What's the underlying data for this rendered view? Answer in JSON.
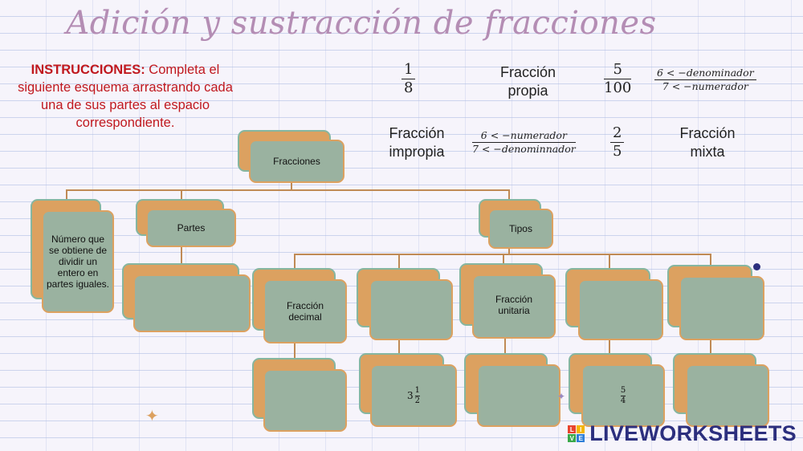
{
  "title": "Adición y sustracción de fracciones",
  "instructions": {
    "bold": "INSTRUCCIONES:",
    "text": " Completa el siguiente esquema arrastrando cada una de sus partes al espacio correspondiente."
  },
  "options": {
    "frac_1_8": {
      "num": "1",
      "den": "8"
    },
    "fraccion_propia": [
      "Fracción",
      "propia"
    ],
    "frac_5_100": {
      "num": "5",
      "den": "100"
    },
    "frac_den_num": {
      "num": "6 < −denominador",
      "den": "7 < −numerador"
    },
    "fraccion_impropia": [
      "Fracción",
      "impropia"
    ],
    "frac_num_den": {
      "num": "6 < −numerador",
      "den": "7 < −denominnador"
    },
    "frac_2_5": {
      "num": "2",
      "den": "5"
    },
    "fraccion_mixta": [
      "Fracción",
      "mixta"
    ]
  },
  "boxes": {
    "fracciones": "Fracciones",
    "definicion": "Número que se obtiene de dividir un entero en partes iguales.",
    "partes": "Partes",
    "tipos": "Tipos",
    "fraccion_decimal": "Fracción decimal",
    "fraccion_unitaria": "Fracción unitaria",
    "mixed_example": {
      "whole": "3",
      "num": "1",
      "den": "2"
    },
    "example_5_4": {
      "num": "5",
      "den": "4"
    }
  },
  "brand": {
    "name": "LIVEWORKSHEETS",
    "badge": [
      "L",
      "I",
      "V",
      "E"
    ]
  },
  "colors": {
    "title": "#b48db4",
    "instructions": "#c0181e",
    "box_back": "#dca160",
    "box_front": "#9ab2a0",
    "brand": "#2c2f7e"
  }
}
